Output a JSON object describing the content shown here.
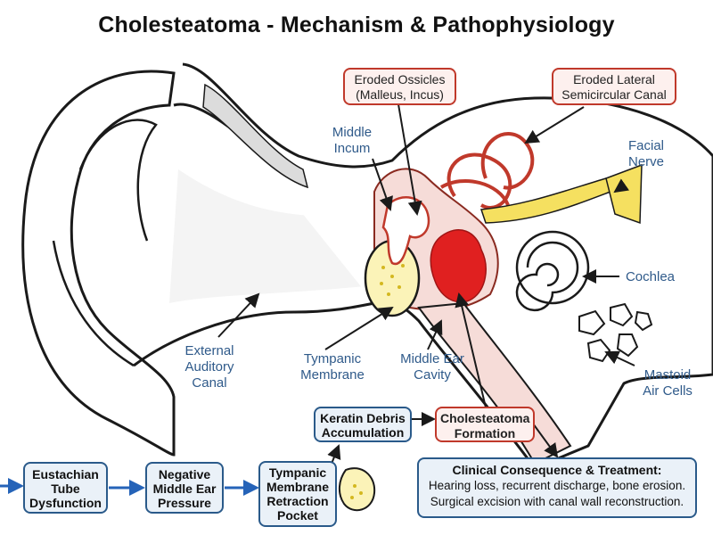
{
  "title": "Cholesteatoma - Mechanism & Pathophysiology",
  "labels": {
    "eroded_ossicles": "Eroded Ossicles\n(Malleus, Incus)",
    "eroded_canal": "Eroded Lateral\nSemicircular Canal",
    "middle_incus": "Middle\nIncum",
    "facial_nerve": "Facial\nNerve",
    "cochlea": "Cochlea",
    "mastoid": "Mastoid\nAir Cells",
    "external_canal": "External\nAuditory\nCanal",
    "tympanic_membrane": "Tympanic\nMembrane",
    "middle_ear_cavity": "Middle Ear\nCavity"
  },
  "flow": {
    "eustachian": "Eustachian\nTube\nDysfunction",
    "negative_pressure": "Negative\nMiddle Ear\nPressure",
    "retraction_pocket": "Tympanic\nMembrane\nRetraction\nPocket",
    "keratin": "Keratin Debris\nAccumulation",
    "formation": "Cholesteatoma\nFormation"
  },
  "clinical": {
    "heading": "Clinical Consequence & Treatment:",
    "line1": "Hearing loss, recurrent discharge, bone erosion.",
    "line2": "Surgical excision with canal wall reconstruction."
  },
  "colors": {
    "outline": "#1a1a1a",
    "label_blue": "#2f5a8a",
    "box_blue_border": "#2a5a8a",
    "box_blue_fill": "#eaf1f8",
    "box_red_border": "#c0392b",
    "box_red_fill": "#fdf0ee",
    "cholesteatoma_red": "#e02020",
    "nerve_yellow": "#f5e060",
    "membrane_yellow": "#fbf3b8",
    "cavity_pink": "#f6dcd8",
    "arrow_blue": "#2563b8"
  }
}
